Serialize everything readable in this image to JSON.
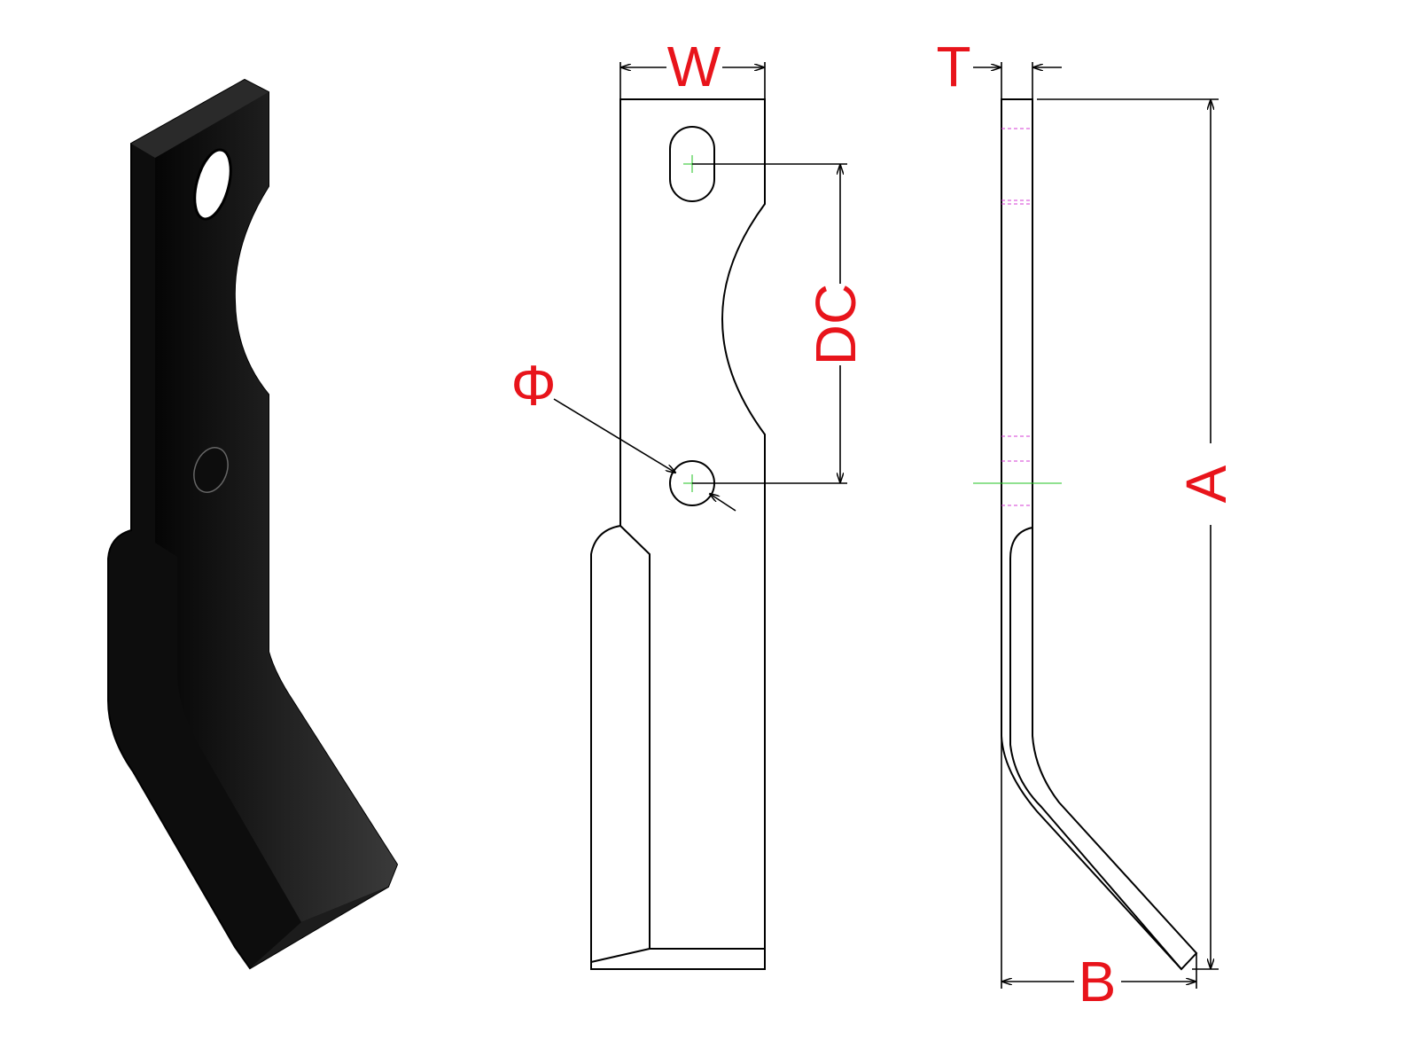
{
  "labels": {
    "width": "W",
    "thickness": "T",
    "hole_distance": "DC",
    "hole_diameter": "Φ",
    "length": "A",
    "offset": "B"
  },
  "colors": {
    "label": "#e8141b",
    "blade": "#111111",
    "centerline": "#22c322",
    "hidden_line": "#d63cd6"
  }
}
